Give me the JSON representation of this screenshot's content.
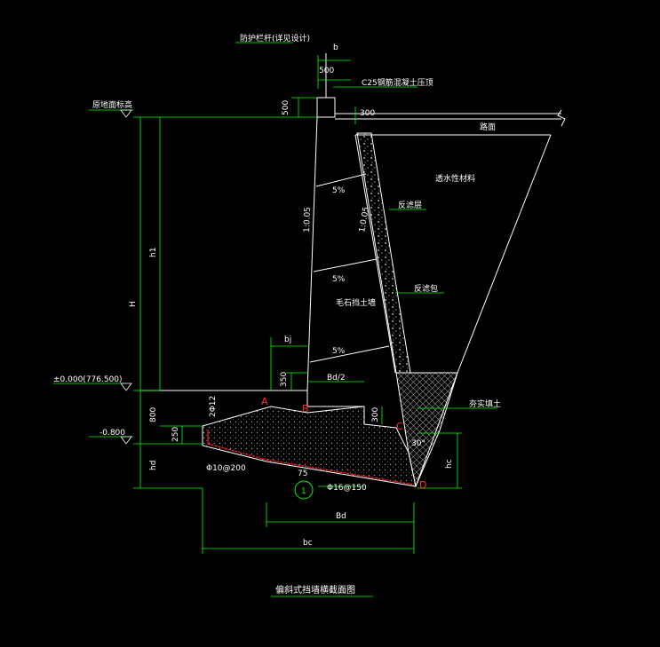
{
  "colors": {
    "background": "#000000",
    "line": "#ffffff",
    "dim": "#00ff00",
    "point_label": "#ff3030",
    "rebar": "#ff2020",
    "hatch": "#9a9a9a",
    "mark_circle": "#00ff00"
  },
  "labels": {
    "top_railing": "防护栏杆(详见设计)",
    "cap": "C25钢筋混凝土压顶",
    "road_surface": "路面",
    "original_ground": "原地面标高",
    "backfill": "透水性材料",
    "filter_layer": "反滤层",
    "drain_pipe": "反滤包",
    "wall_body": "毛石挡土墙",
    "rammed_soil": "夯实填土",
    "rebar_top": "2Φ12",
    "rebar_bottom": "Φ10@200",
    "rebar_main": "Φ16@150",
    "caption": "偏斜式挡墙横截面图",
    "elev_zero": "±0.000(776.500)",
    "elev_base": "-0.800",
    "slope_front": "1:0.05",
    "slope_back": "1:0.05",
    "drain_slope_1": "5%",
    "drain_slope_2": "5%",
    "drain_slope_3": "5%",
    "angle": "30°",
    "section_mark": "1"
  },
  "dims": {
    "cap_width": "b",
    "cap_offset": "500",
    "cap_height": "500",
    "cap_back": "300",
    "total_height": "H",
    "wall_height": "h1",
    "foundation_depth": "800",
    "footing_height": "hd",
    "toe_height": "250",
    "step_height": "350",
    "heel_step": "300",
    "top_width": "bj",
    "half_base": "Bd/2",
    "base_width": "Bd",
    "total_base": "bc",
    "heel_height": "hc",
    "toe_width": "75"
  },
  "points": {
    "A": "A",
    "B": "B",
    "C": "C",
    "D": "D"
  }
}
